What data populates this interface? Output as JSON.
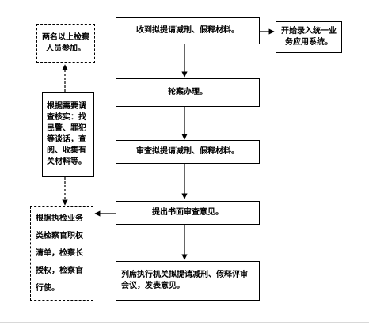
{
  "nodes": {
    "receive": "收到拟提请减刑、假释材料。",
    "enter_system": "开始录入统一业务应用系统。",
    "two_prosecutors": "两名以上检察人员参加。",
    "verify": "根据需要调查核实：找民警、罪犯等谈话，查阅、收集有关材料等。",
    "rotate": "轮案办理。",
    "review": "审查拟提请减刑、假释材料。",
    "opinion": "提出书面审查意见。",
    "authority": "根据执检业务类检察官职权清单，检察长授权，检察官行使。",
    "attend": "列席执行机关拟提请减刑、假释评审会议，发表意见。"
  }
}
